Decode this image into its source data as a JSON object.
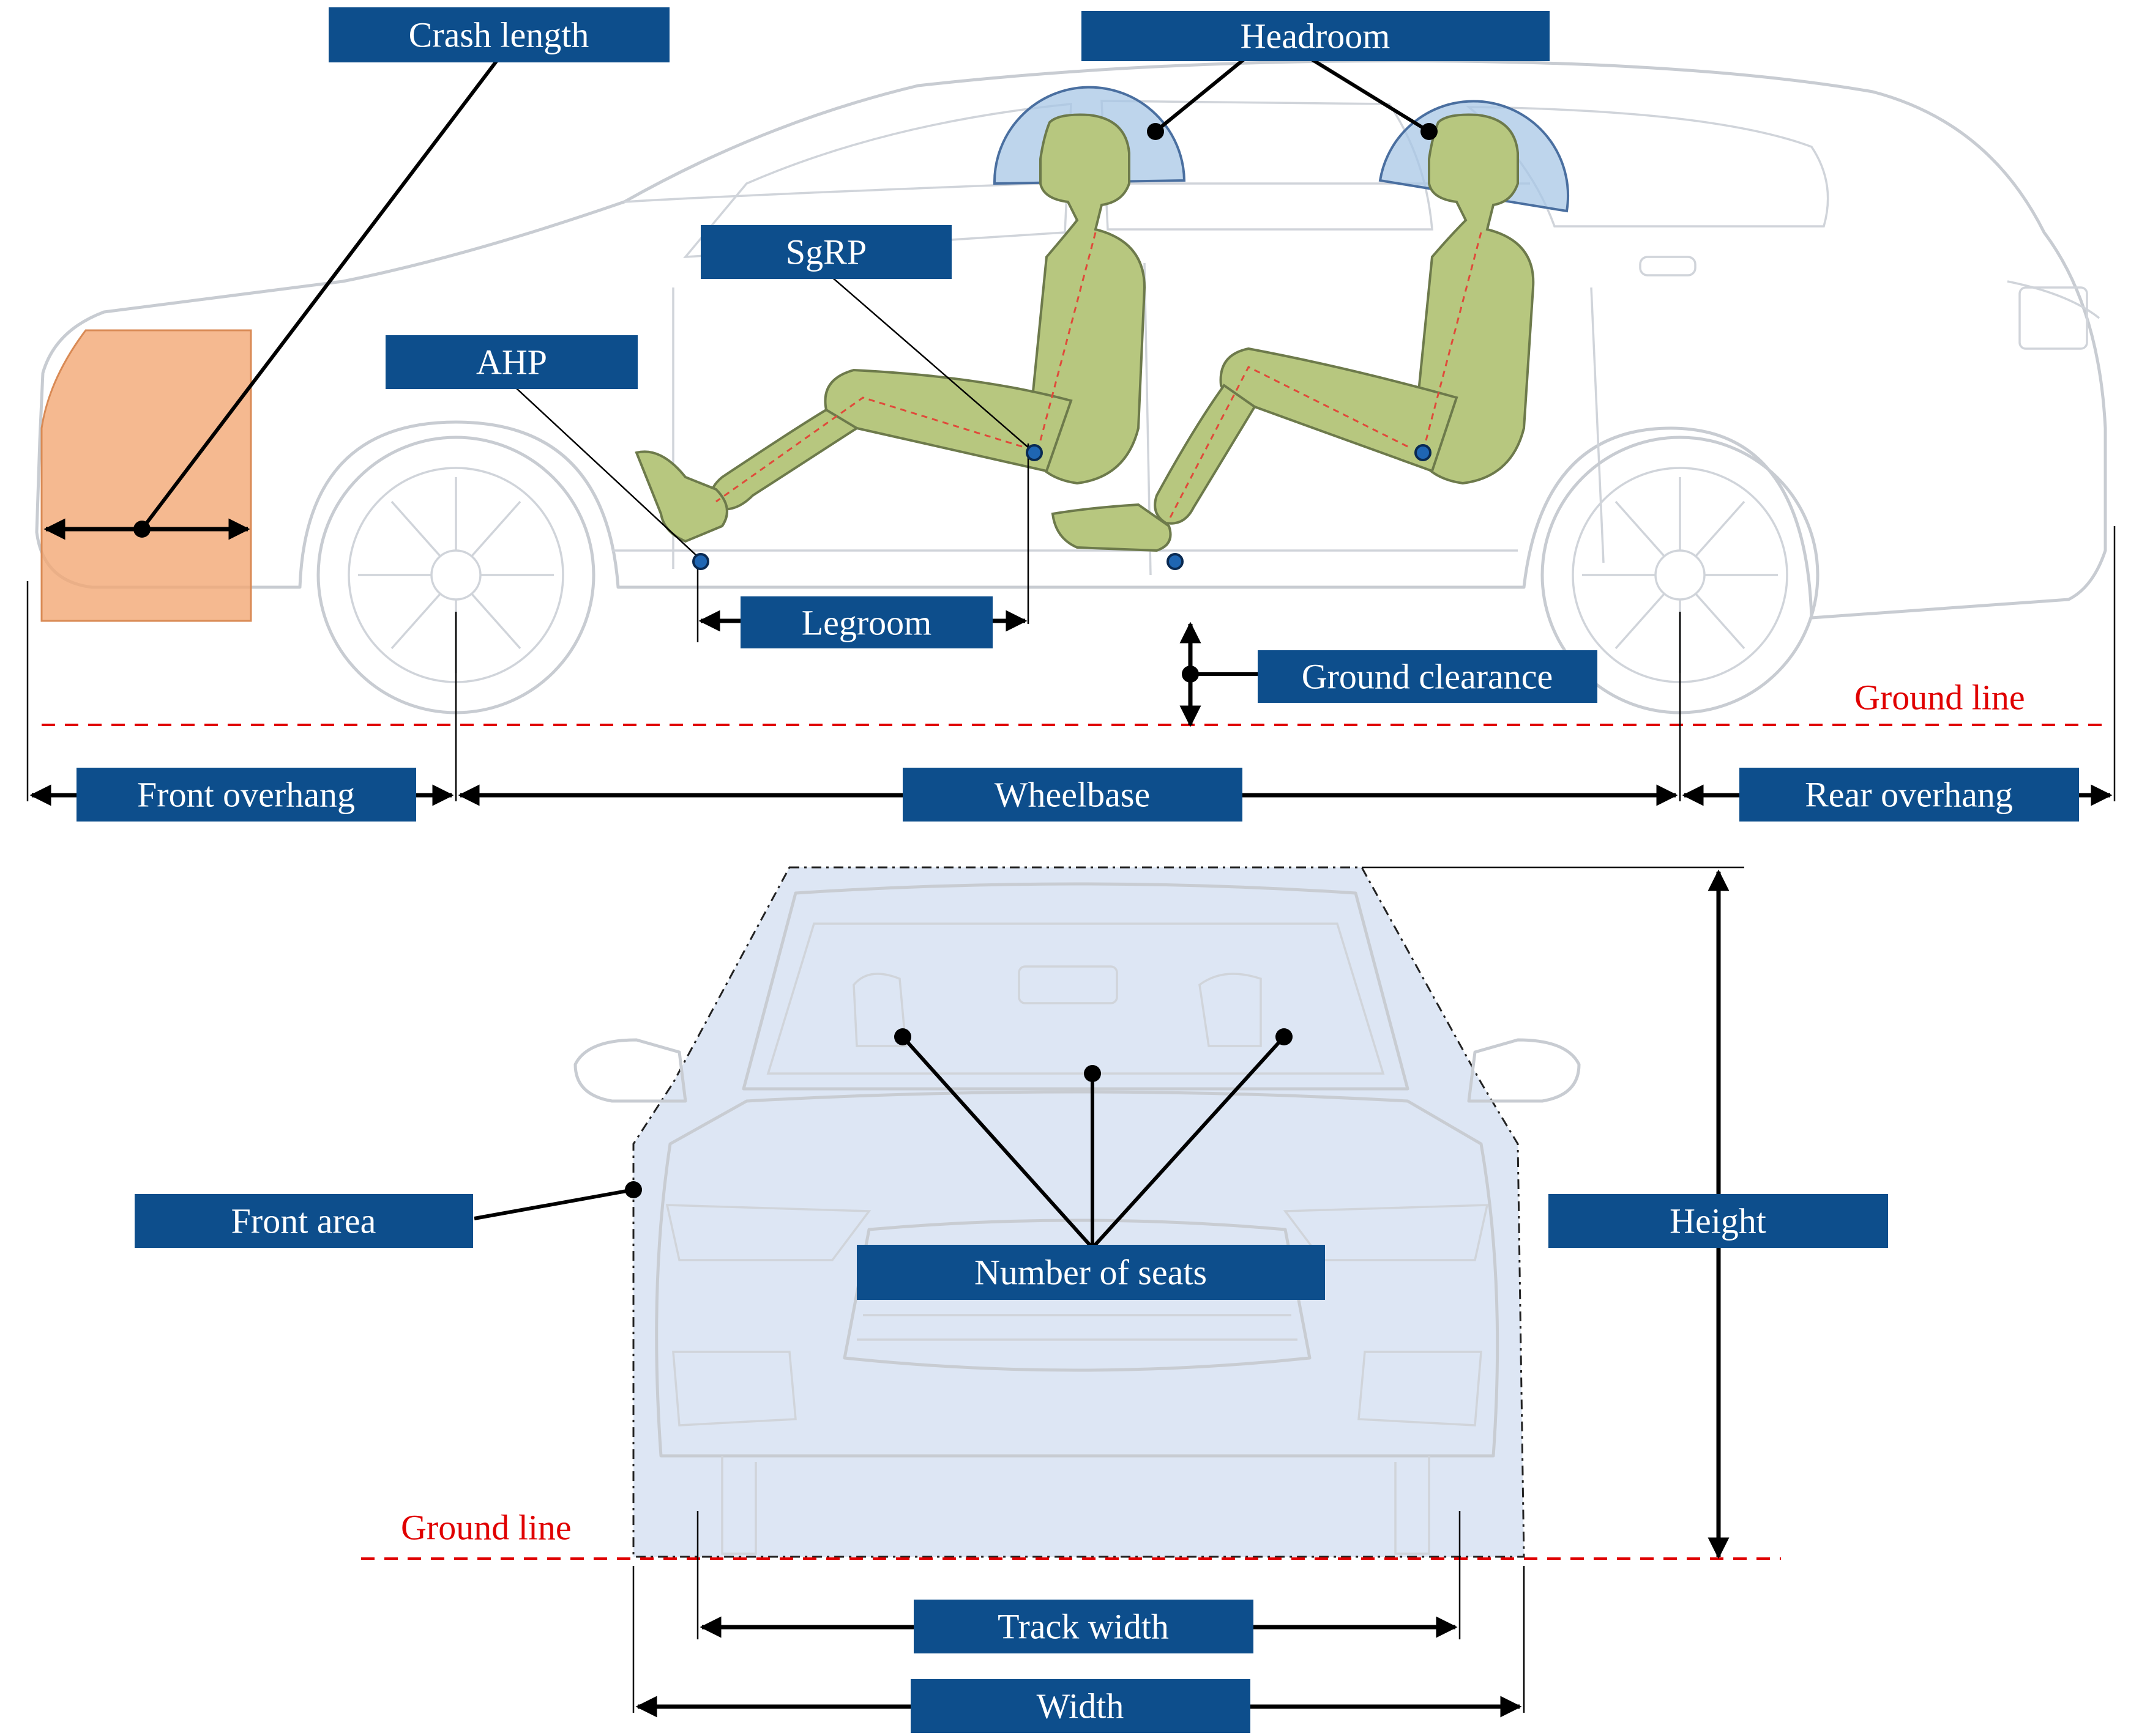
{
  "labels": {
    "crash_length": "Crash length",
    "headroom": "Headroom",
    "sgrp": "SgRP",
    "ahp": "AHP",
    "legroom": "Legroom",
    "ground_clearance": "Ground clearance",
    "ground_line_side": "Ground line",
    "front_overhang": "Front overhang",
    "wheelbase": "Wheelbase",
    "rear_overhang": "Rear overhang",
    "front_area": "Front area",
    "number_of_seats": "Number of seats",
    "height": "Height",
    "ground_line_front": "Ground line",
    "track_width": "Track width",
    "width": "Width"
  },
  "colors": {
    "label_box": "#0d4e8c",
    "label_text": "#ffffff",
    "ground_line": "#e00000",
    "crash_zone": "#f2a774",
    "mannequin": "#b7c77f",
    "head_zone": "#a8c7e6",
    "front_area_fill": "#dde6f4",
    "car_outline": "#c8ccd2"
  }
}
